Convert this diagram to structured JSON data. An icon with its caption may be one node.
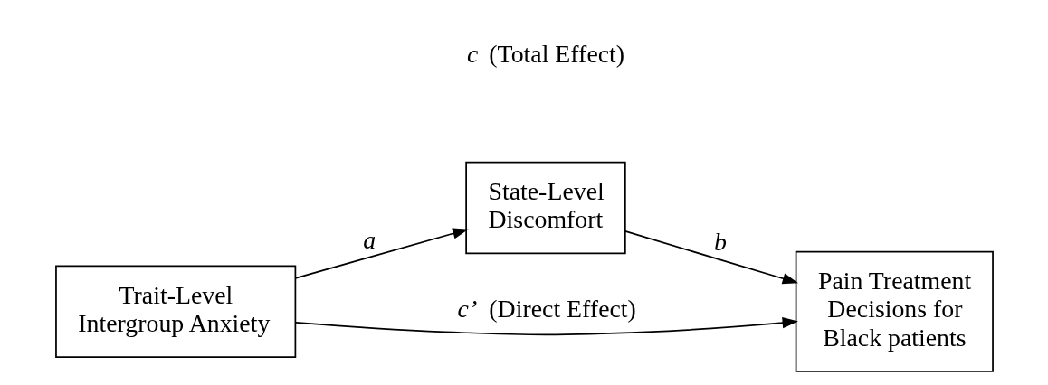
{
  "diagram": {
    "nodes": [
      {
        "text": [
          "State-Level Discomfort"
        ]
      },
      {
        "text": [
          "Trait-Level Intergroup Anxiety"
        ]
      },
      {
        "text": [
          "Pain Treatment Decisions for Black patients"
        ]
      }
    ],
    "edges": [
      {
        "from": 1,
        "to": 0,
        "arrow": "to",
        "label": "a"
      },
      {
        "from": 0,
        "to": 2,
        "arrow": "to",
        "label": "b"
      },
      {
        "from": 1,
        "to": 2,
        "arrow": "to",
        "label": "*c’* (Direct Effect)"
      }
    ],
    "labels": [
      "*c* (Total Effect)"
    ]
  }
}
